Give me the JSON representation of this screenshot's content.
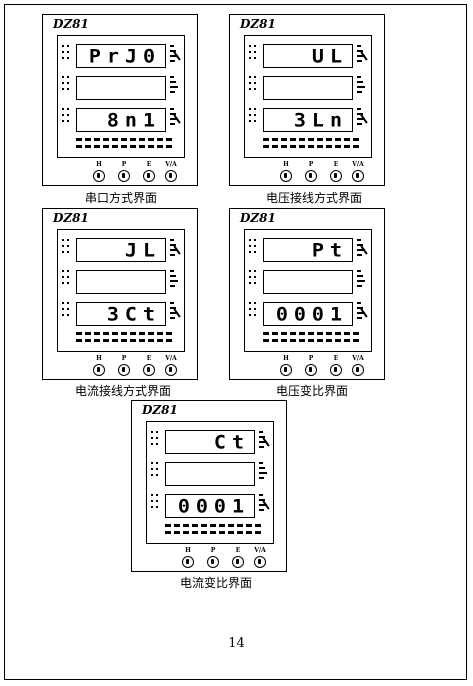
{
  "panels": [
    {
      "brand": "DZ81",
      "display_top": "PrJ0",
      "display_middle": "",
      "display_bottom": "8n1",
      "buttons": [
        "H",
        "P",
        "E",
        "V/A"
      ],
      "caption": "串口方式界面"
    },
    {
      "brand": "DZ81",
      "display_top": "UL",
      "display_middle": "",
      "display_bottom": "3Ln",
      "buttons": [
        "H",
        "P",
        "E",
        "V/A"
      ],
      "caption": "电压接线方式界面"
    },
    {
      "brand": "DZ81",
      "display_top": "JL",
      "display_middle": "",
      "display_bottom": "3Ct",
      "buttons": [
        "H",
        "P",
        "E",
        "V/A"
      ],
      "caption": "电流接线方式界面"
    },
    {
      "brand": "DZ81",
      "display_top": "Pt",
      "display_middle": "",
      "display_bottom": "0001",
      "buttons": [
        "H",
        "P",
        "E",
        "V/A"
      ],
      "caption": "电压变比界面"
    },
    {
      "brand": "DZ81",
      "display_top": "Ct",
      "display_middle": "",
      "display_bottom": "0001",
      "buttons": [
        "H",
        "P",
        "E",
        "V/A"
      ],
      "caption": "电流变比界面"
    }
  ],
  "page_number": "14"
}
